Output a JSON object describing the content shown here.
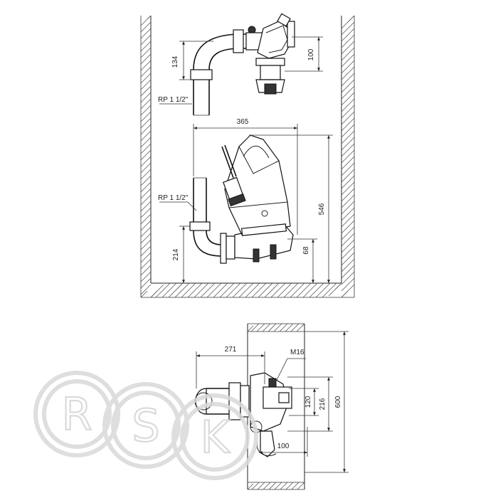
{
  "top_view": {
    "dim_height_pipe": "134",
    "dim_valve_height": "100",
    "thread_label": "RP 1 1/2\""
  },
  "side_view": {
    "dim_width": "365",
    "dim_total_height": "546",
    "dim_outlet_height": "214",
    "dim_base_height": "68",
    "thread_label": "RP 1 1/2\""
  },
  "plan_view": {
    "dim_reach": "271",
    "bolt_label": "M16",
    "dim_120": "120",
    "dim_216": "216",
    "dim_600": "600",
    "dim_100": "100"
  },
  "watermark": {
    "letters": [
      "R",
      "S",
      "K"
    ]
  }
}
